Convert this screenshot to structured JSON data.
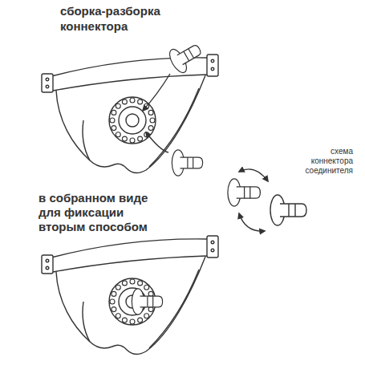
{
  "diagram": {
    "labels": [
      "сборка-разборка коннектора",
      "схема коннектора соединителя",
      "в собранном виде для фиксации вторым способом"
    ]
  }
}
